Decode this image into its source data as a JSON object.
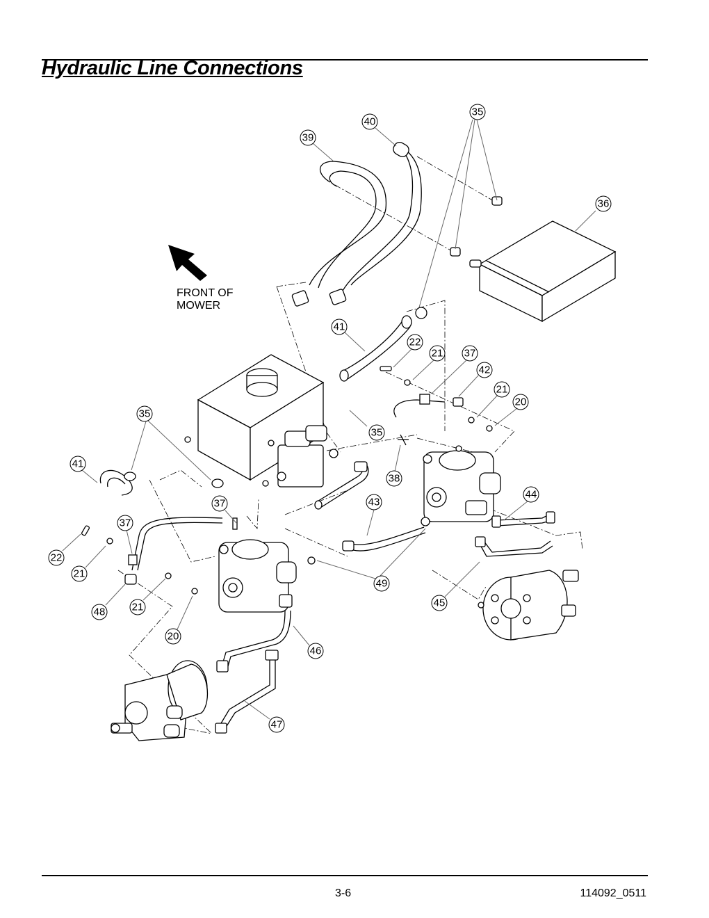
{
  "page": {
    "title": "Hydraulic Line Connections",
    "page_number": "3-6",
    "document_id": "114092_0511"
  },
  "diagram": {
    "front_label_line1": "FRONT OF",
    "front_label_line2": "MOWER"
  },
  "callouts": [
    {
      "id": "c35a",
      "label": "35"
    },
    {
      "id": "c40",
      "label": "40"
    },
    {
      "id": "c39",
      "label": "39"
    },
    {
      "id": "c36",
      "label": "36"
    },
    {
      "id": "c41a",
      "label": "41"
    },
    {
      "id": "c22a",
      "label": "22"
    },
    {
      "id": "c21a",
      "label": "21"
    },
    {
      "id": "c37a",
      "label": "37"
    },
    {
      "id": "c42",
      "label": "42"
    },
    {
      "id": "c21b",
      "label": "21"
    },
    {
      "id": "c20a",
      "label": "20"
    },
    {
      "id": "c35b",
      "label": "35"
    },
    {
      "id": "c38",
      "label": "38"
    },
    {
      "id": "c35c",
      "label": "35"
    },
    {
      "id": "c41b",
      "label": "41"
    },
    {
      "id": "c44",
      "label": "44"
    },
    {
      "id": "c43",
      "label": "43"
    },
    {
      "id": "c37b",
      "label": "37"
    },
    {
      "id": "c37c",
      "label": "37"
    },
    {
      "id": "c22b",
      "label": "22"
    },
    {
      "id": "c21c",
      "label": "21"
    },
    {
      "id": "c49",
      "label": "49"
    },
    {
      "id": "c48",
      "label": "48"
    },
    {
      "id": "c21d",
      "label": "21"
    },
    {
      "id": "c45",
      "label": "45"
    },
    {
      "id": "c20b",
      "label": "20"
    },
    {
      "id": "c46",
      "label": "46"
    },
    {
      "id": "c47",
      "label": "47"
    }
  ]
}
